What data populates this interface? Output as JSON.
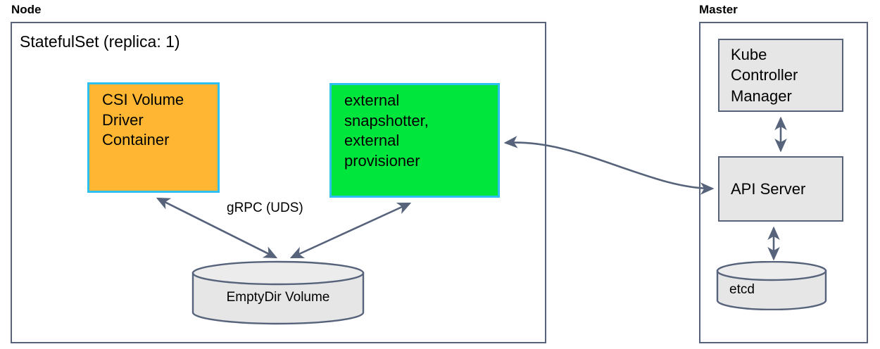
{
  "diagram": {
    "title_node": "Node",
    "title_master": "Master",
    "statefulset_caption": "StatefulSet (replica: 1)",
    "colors": {
      "orange_fill": "#ffb733",
      "green_fill": "#00e63c",
      "cyan_border": "#2ec0f0",
      "grey_fill": "#e6e6e6",
      "stroke": "#56637a",
      "text": "#000000",
      "background": "#ffffff"
    },
    "node_group": {
      "label": "Node",
      "components": [
        {
          "id": "csi-driver",
          "label": "CSI Volume\nDriver\nContainer",
          "style": "orange"
        },
        {
          "id": "external-sidecars",
          "label": "external\nsnapshotter,\nexternal\nprovisioner",
          "style": "green"
        }
      ],
      "storage": [
        {
          "id": "emptydir",
          "label": "EmptyDir Volume",
          "shape": "cylinder"
        }
      ]
    },
    "master_group": {
      "label": "Master",
      "components": [
        {
          "id": "kube-controller-manager",
          "label": "Kube\nController\nManager",
          "style": "grey"
        },
        {
          "id": "api-server",
          "label": "API Server",
          "style": "grey"
        }
      ],
      "storage": [
        {
          "id": "etcd",
          "label": "etcd",
          "shape": "cylinder"
        }
      ]
    },
    "edges": [
      {
        "id": "csi-to-emptydir",
        "from": "csi-driver",
        "to": "emptydir",
        "label": "gRPC (UDS)",
        "arrows": "both"
      },
      {
        "id": "sidecars-to-emptydir",
        "from": "external-sidecars",
        "to": "emptydir",
        "label": "",
        "arrows": "both"
      },
      {
        "id": "sidecars-to-apiserver",
        "from": "external-sidecars",
        "to": "api-server",
        "label": "",
        "arrows": "both"
      },
      {
        "id": "kcm-to-apiserver",
        "from": "kube-controller-manager",
        "to": "api-server",
        "label": "",
        "arrows": "both"
      },
      {
        "id": "apiserver-to-etcd",
        "from": "api-server",
        "to": "etcd",
        "label": "",
        "arrows": "both"
      }
    ],
    "edge_labels": {
      "grpc_uds": "gRPC (UDS)"
    }
  }
}
